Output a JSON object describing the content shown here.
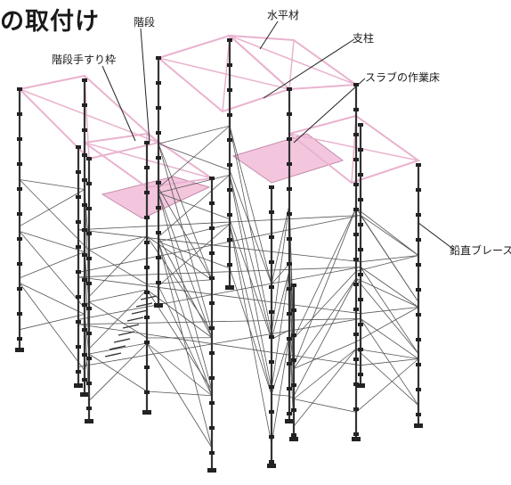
{
  "title": "の取付け",
  "labels": {
    "kaidan_tesuri": "階段手すり枠",
    "kaidan": "階段",
    "suiheizai": "水平材",
    "shichu": "支柱",
    "slab": "スラブの作業床",
    "brace": "鉛直ブレース"
  },
  "colors": {
    "accent_pink": "#e9b3cf",
    "deck_pink": "#f3c6de",
    "line": "#555555"
  }
}
